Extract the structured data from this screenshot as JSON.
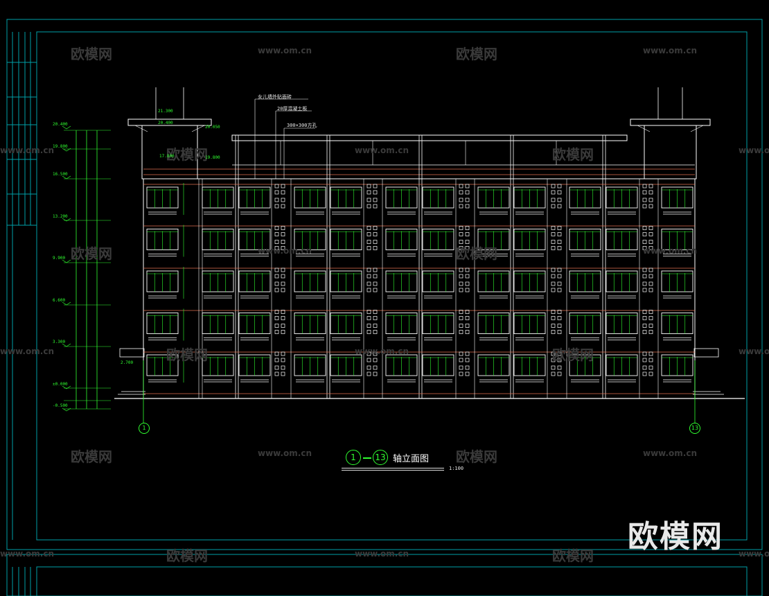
{
  "drawing": {
    "title_from": "1",
    "title_to": "13",
    "title_text": "轴立面图",
    "scale": "1:100",
    "axis_left": "1",
    "axis_right": "13"
  },
  "annotations": {
    "note1": "女儿墙外贴面砖",
    "note2": "20厚混凝土板",
    "note3": "300×300方孔"
  },
  "levels": [
    "-0.500",
    "±0.000",
    "3.300",
    "6.600",
    "9.900",
    "13.200",
    "16.500",
    "19.800",
    "20.400"
  ],
  "roof_levels": {
    "tower_top": "21.300",
    "tower_mid": "20.400",
    "parapet": "20.050",
    "roof": "19.800",
    "roof2": "17.800",
    "eave": "2.700"
  },
  "watermarks": {
    "brand": "欧模网",
    "url": "www.om.cn"
  },
  "colors": {
    "frame": "#00b8c0",
    "structure": "#ffffff",
    "window": "#30ff30",
    "dimension": "#30ff30",
    "trim": "#e07050"
  }
}
